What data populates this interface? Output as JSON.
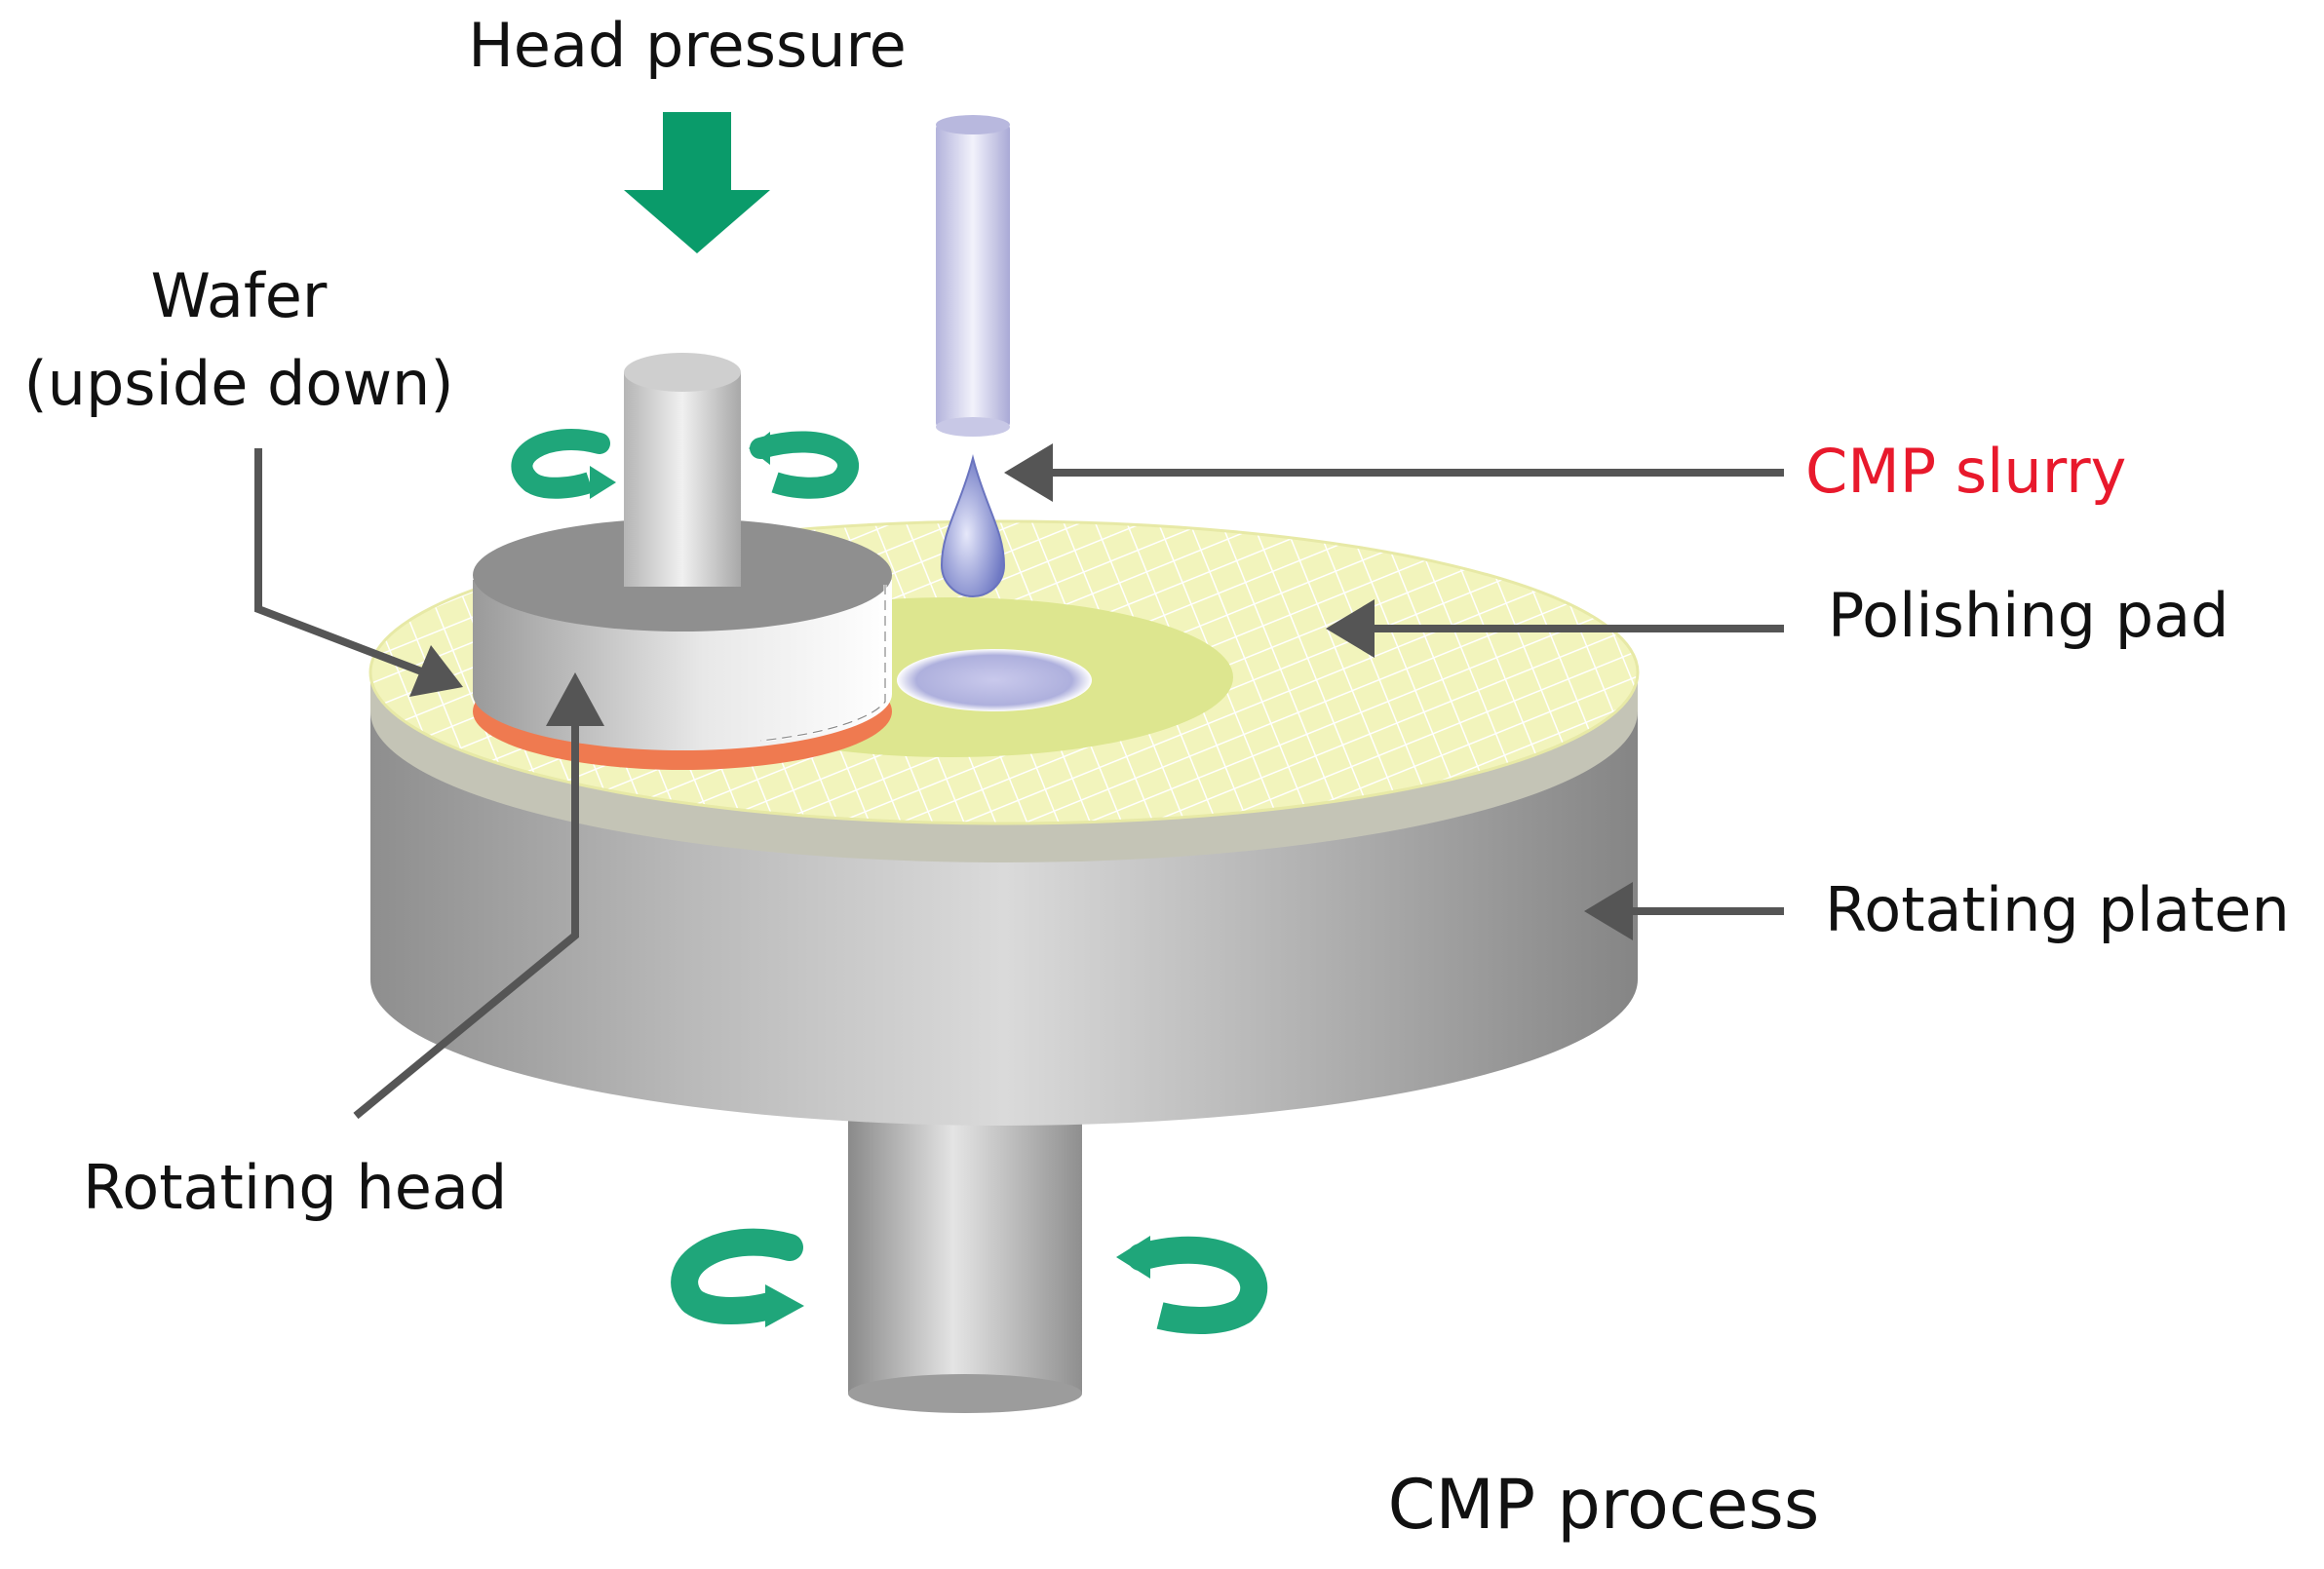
{
  "labels": {
    "head_pressure": "Head pressure",
    "wafer_line1": "Wafer",
    "wafer_line2": "(upside down)",
    "cmp_slurry": "CMP slurry",
    "polishing_pad": "Polishing pad",
    "rotating_platen": "Rotating platen",
    "rotating_head": "Rotating head",
    "caption": "CMP process"
  },
  "colors": {
    "pressure_arrow": "#0a9b6a",
    "rotation_arrow": "#1fa67a",
    "slurry_label": "#e8192c",
    "pointer_arrow": "#555555",
    "pad": "#f1f3b8",
    "pad_grid": "#ffffff",
    "pad_track": "#dde68f",
    "slurry_pool": "#b9b9e0",
    "wafer": "#ef7a50",
    "metal": "#a0a0a0",
    "nozzle": "#c8c8e6"
  },
  "icons": [
    "pressure-arrow-icon",
    "rotation-arrow-icon",
    "slurry-drop-icon"
  ]
}
